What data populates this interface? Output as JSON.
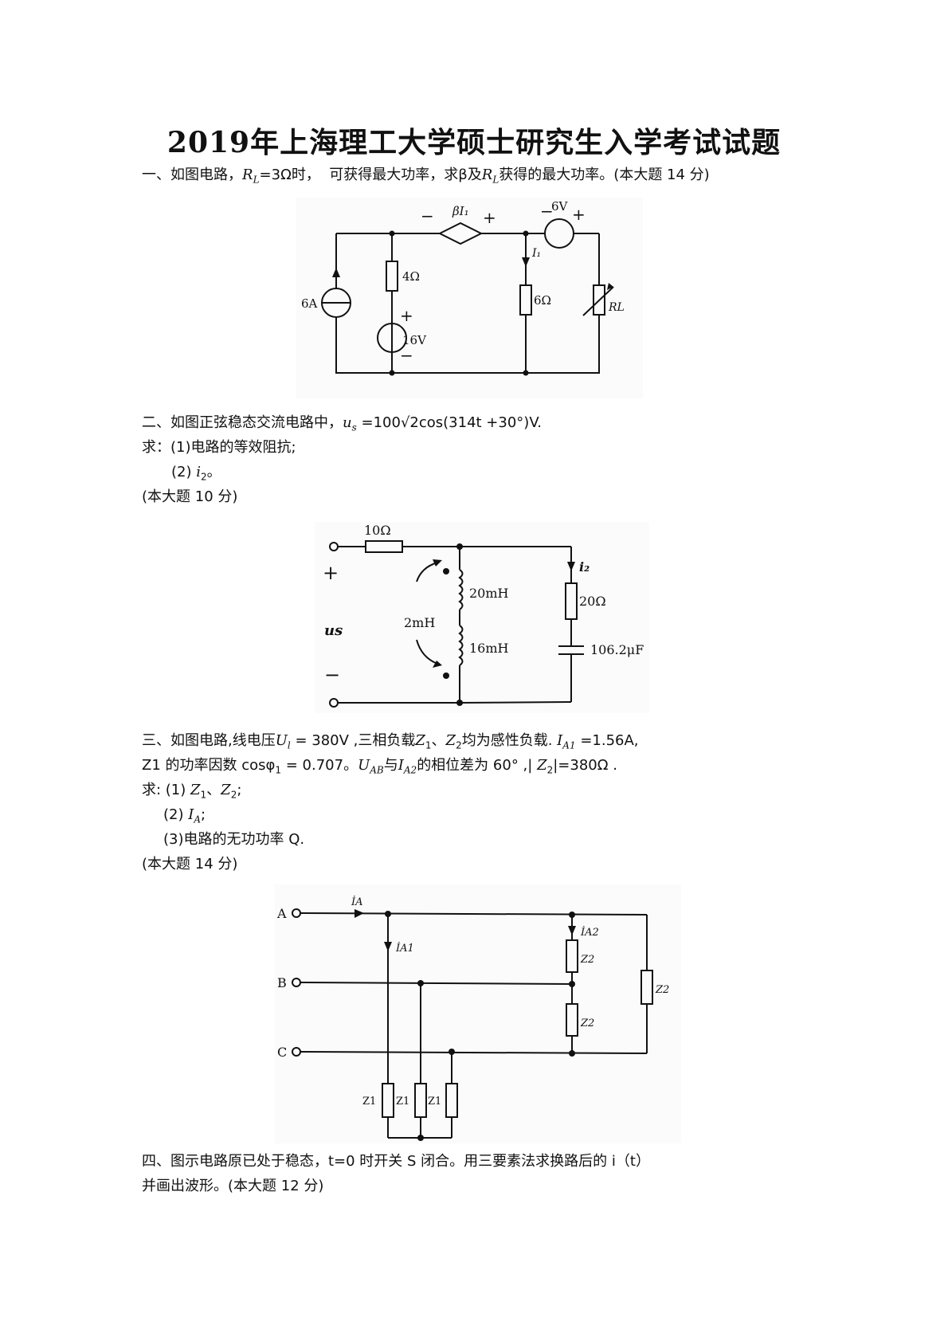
{
  "doc": {
    "title": "2019年上海理工大学硕士研究生入学考试试题"
  },
  "q1": {
    "prefix": "一、如图电路，",
    "rl_symbol": "R",
    "rl_sub": "L",
    "cond": "=3Ω时，",
    "text2": "可获得最大功率，求β及",
    "text3": "获得的最大功率。(本大题 14 分)",
    "circuit": {
      "current_source": "6A",
      "r1": "4Ω",
      "v_source": "16V",
      "plus": "+",
      "minus": "−",
      "dep_source": "βI₁",
      "current_label": "I₁",
      "r2": "6Ω",
      "v_source2": "6V",
      "rl_label": "RL"
    }
  },
  "q2": {
    "line1_prefix": "二、如图正弦稳态交流电路中，",
    "us_symbol": "u",
    "us_sub": "s",
    "line1_expr": "=100√2cos(314t +30°)V.",
    "line2": "求：(1)电路的等效阻抗;",
    "line3_prefix": "(2)",
    "i2_symbol": "i",
    "i2_sub": "2",
    "line3_suffix": "。",
    "score": "(本大题 10 分)",
    "circuit": {
      "r1": "10Ω",
      "plus": "+",
      "minus": "−",
      "source": "us",
      "mutual": "2mH",
      "l1": "20mH",
      "l2": "16mH",
      "current_label": "i₂",
      "r2": "20Ω",
      "cap": "106.2μF"
    }
  },
  "q3": {
    "line1": "三、如图电路,线电压U_l = 380V ,三相负载Z₁、Z₂均为感性负载. I_A1 =1.56A,",
    "line1_a": "三、如图电路,线电压",
    "line1_ul": "U",
    "line1_ul_sub": "l",
    "line1_b": " = 380V ,三相负载",
    "line1_z1": "Z",
    "line1_z1_sub": "1",
    "line1_c": "、",
    "line1_z2": "Z",
    "line1_z2_sub": "2",
    "line1_d": "均为感性负载. ",
    "line1_ia1": "I",
    "line1_ia1_sub": "A1",
    "line1_e": " =1.56A,",
    "line2_a": "Z1 的功率因数 cosφ",
    "line2_sub1": "1",
    "line2_b": " = 0.707。",
    "line2_uab": "U",
    "line2_uab_sub": "AB",
    "line2_c": "与",
    "line2_ia2": "I",
    "line2_ia2_sub": "A2",
    "line2_d": "的相位差为 60° ,|",
    "line2_z2": "Z",
    "line2_z2_sub": "2",
    "line2_e": "|=380Ω .",
    "line3_a": "求: (1) ",
    "line3_z1": "Z",
    "line3_z1_sub": "1",
    "line3_b": "、",
    "line3_z2": "Z",
    "line3_z2_sub": "2",
    "line3_c": ";",
    "line4_a": "(2) ",
    "line4_ia": "I",
    "line4_ia_sub": "A",
    "line4_b": ";",
    "line5": "(3)电路的无功功率 Q.",
    "score": "(本大题 14 分)",
    "circuit": {
      "a": "A",
      "b": "B",
      "c": "C",
      "ia": "İA",
      "ia1": "İA1",
      "ia2": "İA2",
      "z1": "Z1",
      "z2": "Z2"
    }
  },
  "q4": {
    "line1": "四、图示电路原已处于稳态，t=0 时开关 S 闭合。用三要素法求换路后的 i（t）",
    "line2": "并画出波形。(本大题 12 分)"
  }
}
